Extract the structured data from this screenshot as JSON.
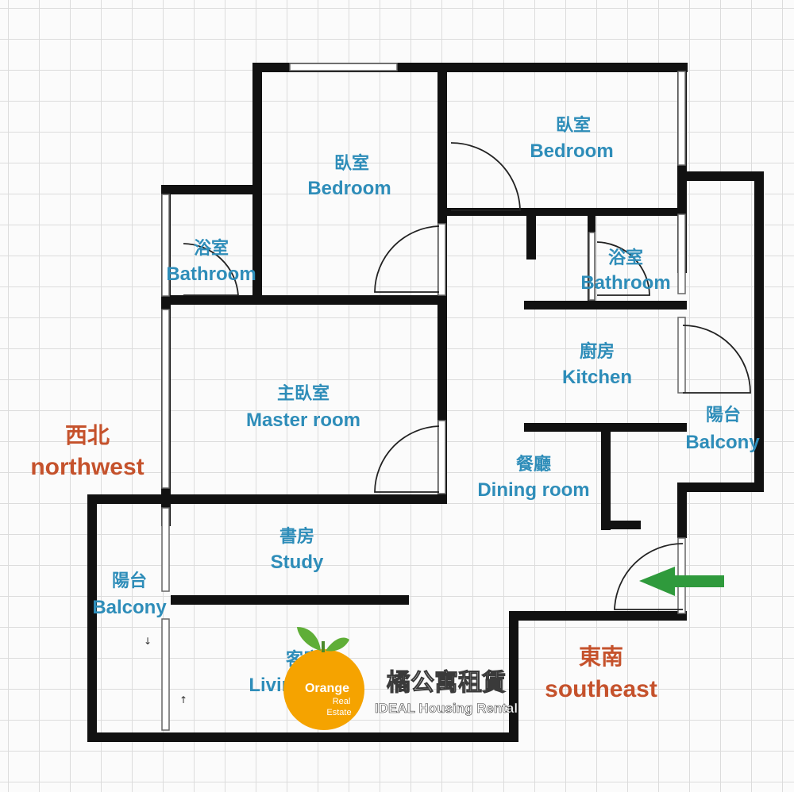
{
  "colors": {
    "room_label": "#2e8db9",
    "direction_label": "#c5522c",
    "wall": "#111111",
    "entrance_arrow": "#2f9a3c",
    "logo_orange": "#f5a300",
    "logo_leaf": "#5fae37"
  },
  "rooms": {
    "bedroom_north": {
      "zh": "臥室",
      "en": "Bedroom"
    },
    "bedroom_northeast": {
      "zh": "臥室",
      "en": "Bedroom"
    },
    "bathroom_west": {
      "zh": "浴室",
      "en": "Bathroom"
    },
    "bathroom_east": {
      "zh": "浴室",
      "en": "Bathroom"
    },
    "master_room": {
      "zh": "主臥室",
      "en": "Master room"
    },
    "kitchen": {
      "zh": "廚房",
      "en": "Kitchen"
    },
    "balcony_east": {
      "zh": "陽台",
      "en": "Balcony"
    },
    "dining_room": {
      "zh": "餐廳",
      "en": "Dining room"
    },
    "study": {
      "zh": "書房",
      "en": "Study"
    },
    "balcony_west": {
      "zh": "陽台",
      "en": "Balcony"
    },
    "living_room": {
      "zh": "客廳",
      "en": "Living room"
    }
  },
  "directions": {
    "northwest": {
      "zh": "西北",
      "en": "northwest"
    },
    "southeast": {
      "zh": "東南",
      "en": "southeast"
    }
  },
  "entrance_icon": "green-arrow-icon",
  "watermark": {
    "logo_word": "Orange",
    "logo_sub1": "Real",
    "logo_sub2": "Estate",
    "brand_zh": "橘公寓租賃",
    "brand_en": "IDEAL Housing Rental"
  },
  "marks": {
    "down": "↓",
    "up": "↑"
  }
}
